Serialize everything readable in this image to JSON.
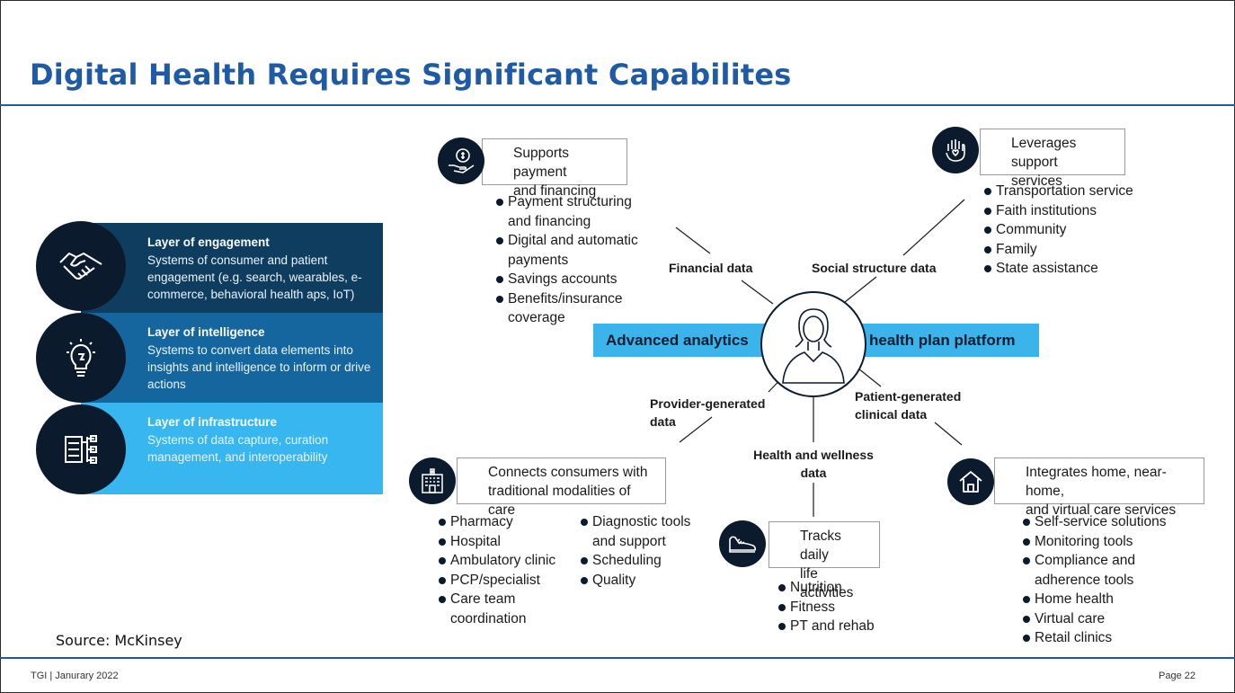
{
  "slide": {
    "title": "Digital Health Requires Significant Capabilites",
    "source": "Source: McKinsey",
    "footer_left": "TGI | Janurary 2022",
    "footer_right": "Page 22",
    "colors": {
      "title": "#1f5aa6",
      "rule": "#1f5aa6",
      "band": "#3bb4ec",
      "dark": "#0c1a2e"
    }
  },
  "layers": [
    {
      "heading": "Layer of engagement",
      "body": "Systems of consumer and patient engagement (e.g. search, wearables, e-commerce, behavioral health aps, IoT)",
      "icon": "handshake-icon",
      "color": "#0f3d60"
    },
    {
      "heading": "Layer of intelligence",
      "body": "Systems to convert data elements into insights and intelligence to inform or drive actions",
      "icon": "lightbulb-icon",
      "color": "#15669f"
    },
    {
      "heading": "Layer of infrastructure",
      "body": "Systems of data capture, curation management, and interoperability",
      "icon": "server-icon",
      "color": "#37b6f0"
    }
  ],
  "hub": {
    "left_label": "Advanced analytics",
    "right_label": "health plan platform",
    "icon": "person-icon"
  },
  "data_labels": {
    "financial": "Financial data",
    "social": "Social structure data",
    "provider_1": "Provider-generated",
    "provider_2": "data",
    "patient_1": "Patient-generated",
    "patient_2": "clinical data",
    "wellness_1": "Health and wellness",
    "wellness_2": "data"
  },
  "capabilities": {
    "payment": {
      "icon": "dollar-hand-icon",
      "title_1": "Supports payment",
      "title_2": "and financing",
      "items": [
        "Payment structuring",
        "and financing",
        "Digital and automatic",
        "payments",
        "Savings accounts",
        "Benefits/insurance",
        "coverage"
      ]
    },
    "support": {
      "icon": "hand-heart-icon",
      "title_1": "Leverages support",
      "title_2": "services",
      "items": [
        "Transportation service",
        "Faith institutions",
        "Community",
        "Family",
        "State assistance"
      ]
    },
    "care": {
      "icon": "hospital-icon",
      "title_1": "Connects consumers with",
      "title_2": "traditional modalities of care",
      "items_a": [
        "Pharmacy",
        "Hospital",
        "Ambulatory clinic",
        "PCP/specialist",
        "Care team",
        "coordination"
      ],
      "items_b": [
        "Diagnostic tools",
        "and support",
        "Scheduling",
        "Quality"
      ]
    },
    "activities": {
      "icon": "shoe-icon",
      "title_1": "Tracks daily",
      "title_2": "life activities",
      "items": [
        "Nutrition",
        "Fitness",
        "PT and rehab"
      ]
    },
    "home": {
      "icon": "house-icon",
      "title_1": "Integrates home, near-home,",
      "title_2": "and virtual care services",
      "items": [
        "Self-service solutions",
        "Monitoring tools",
        "Compliance and",
        "adherence tools",
        "Home health",
        "Virtual care",
        "Retail clinics"
      ]
    }
  }
}
